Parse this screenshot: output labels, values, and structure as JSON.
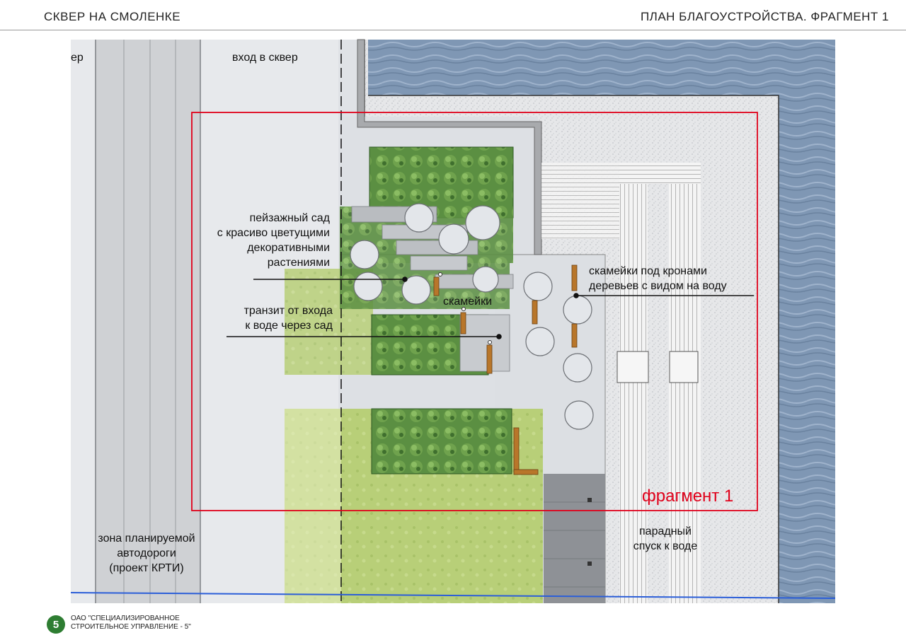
{
  "header": {
    "left_title": "СКВЕР НА СМОЛЕНКЕ",
    "right_title": "ПЛАН БЛАГОУСТРОЙСТВА. ФРАГМЕНТ 1"
  },
  "labels": {
    "cut_label": "ер",
    "entrance": "вход в сквер",
    "landscape_garden": [
      "пейзажный сад",
      "с красиво цветущими",
      "декоративными",
      "растениями"
    ],
    "transit": [
      "транзит от входа",
      "к воде через сад"
    ],
    "benches": "скамейки",
    "benches_under_trees": [
      "скамейки под кронами",
      "деревьев с видом на воду"
    ],
    "fragment": "фрагмент 1",
    "main_descent": [
      "парадный",
      "спуск к воде"
    ],
    "road_zone": [
      "зона планируемой",
      "автодороги",
      "(проект КРТИ)"
    ]
  },
  "footer": {
    "logo_number": "5",
    "company_line1": "ОАО \"СПЕЦИАЛИЗИРОВАННОЕ",
    "company_line2": "СТРОИТЕЛЬНОЕ УПРАВЛЕНИЕ - 5\""
  },
  "colors": {
    "water": "#7f97b4",
    "frame_red": "#e0001a",
    "lawn": "#b9d07a",
    "hedge": "#4f8a3a",
    "paving": "#dcdfe4",
    "bench": "#b8762a"
  }
}
